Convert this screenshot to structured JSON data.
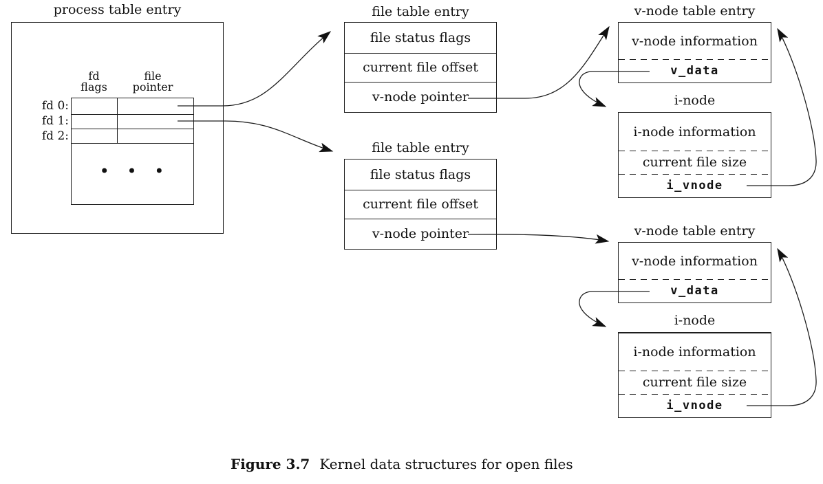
{
  "colors": {
    "line": "#1d1d1d",
    "background": "#ffffff",
    "text": "#111111"
  },
  "process_table": {
    "title": "process table entry",
    "col_headers": [
      [
        "fd",
        "flags"
      ],
      [
        "file",
        "pointer"
      ]
    ],
    "fd_labels": [
      "fd 0:",
      "fd 1:",
      "fd 2:"
    ],
    "ellipsis": "• • •"
  },
  "file_tables": [
    {
      "title": "file table entry",
      "rows": [
        "file status flags",
        "current file offset",
        "v-node pointer"
      ]
    },
    {
      "title": "file table entry",
      "rows": [
        "file status flags",
        "current file offset",
        "v-node pointer"
      ]
    }
  ],
  "vnode_tables": [
    {
      "title": "v-node table entry",
      "info_row": "v-node information",
      "data_row": "v_data"
    },
    {
      "title": "v-node table entry",
      "info_row": "v-node information",
      "data_row": "v_data"
    }
  ],
  "inodes": [
    {
      "title": "i-node",
      "rows": [
        "i-node information",
        "current file size",
        "i_vnode"
      ]
    },
    {
      "title": "i-node",
      "rows": [
        "i-node information",
        "current file size",
        "i_vnode"
      ]
    }
  ],
  "caption": {
    "label": "Figure 3.7",
    "text": "Kernel data structures for open files"
  },
  "arrows": [
    "fd0 file pointer to first file table entry",
    "fd1 file pointer to second file table entry",
    "first v-node pointer to first v-node table entry",
    "second v-node pointer to second v-node table entry",
    "first v_data to first i-node",
    "second v_data to second i-node",
    "first i_vnode back to first v-node table entry",
    "second i_vnode back to second v-node table entry"
  ]
}
